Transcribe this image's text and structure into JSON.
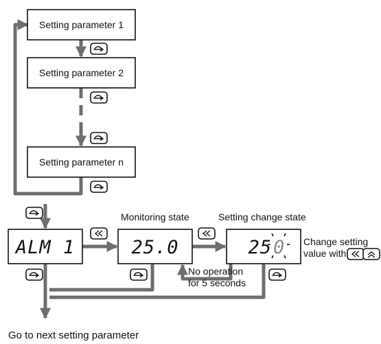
{
  "param_boxes": [
    {
      "label": "Setting parameter 1"
    },
    {
      "label": "Setting parameter 2"
    },
    {
      "label": "Setting parameter n"
    }
  ],
  "displays": {
    "alm": "ALM 1",
    "monitor_value": "25.0",
    "setting_value_prefix": "25",
    "setting_value_digit": "0"
  },
  "labels": {
    "monitoring_state": "Monitoring state",
    "setting_change_state": "Setting change state",
    "change_setting_line1": "Change setting",
    "change_setting_line2": "value with",
    "no_operation_line1": "No operation",
    "no_operation_line2": "for 5 seconds",
    "go_next": "Go to next setting parameter"
  },
  "icons": {
    "mode_key": "mode-key-icon",
    "shift_key": "shift-left-key-icon",
    "up_key": "up-key-icon"
  },
  "colors": {
    "connector": "#6e6e6e",
    "outline": "#111111"
  }
}
